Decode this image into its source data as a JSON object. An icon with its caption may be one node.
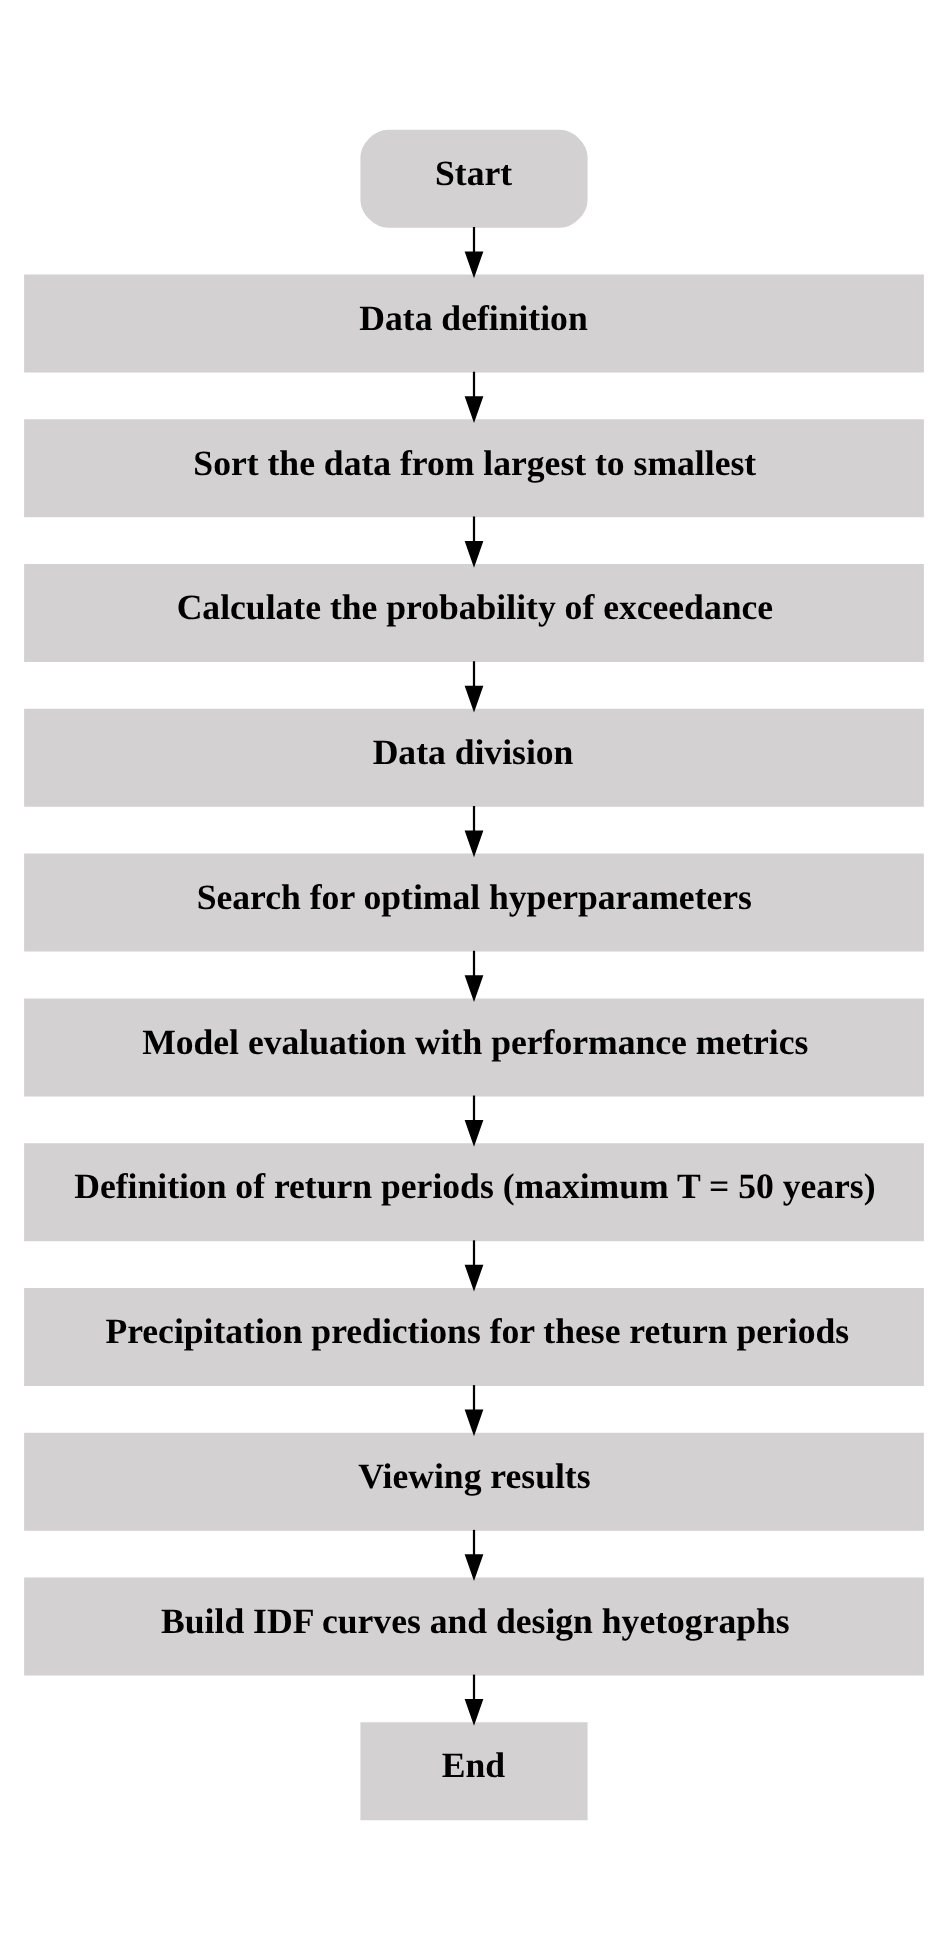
{
  "diagram": {
    "nodes": [
      {
        "text": [
          "Start"
        ]
      },
      {
        "text": [
          "Data definition"
        ]
      },
      {
        "text": [
          "Sort the data from largest to smallest"
        ]
      },
      {
        "text": [
          "Calculate the probability of exceedance"
        ]
      },
      {
        "text": [
          "Data division"
        ]
      },
      {
        "text": [
          "Search for optimal hyperparameters"
        ]
      },
      {
        "text": [
          "Model evaluation with performance metrics"
        ]
      },
      {
        "text": [
          "Definition of return periods (maximum T = 50 years)"
        ]
      },
      {
        "text": [
          "Precipitation predictions for these return periods"
        ]
      },
      {
        "text": [
          "Viewing results"
        ]
      },
      {
        "text": [
          "Build IDF curves and design hyetographs"
        ]
      },
      {
        "text": [
          "End"
        ]
      }
    ],
    "edges": [
      {
        "from": 0,
        "to": 1,
        "arrow": "to"
      },
      {
        "from": 1,
        "to": 2,
        "arrow": "to"
      },
      {
        "from": 2,
        "to": 3,
        "arrow": "to"
      },
      {
        "from": 3,
        "to": 4,
        "arrow": "to"
      },
      {
        "from": 4,
        "to": 5,
        "arrow": "to"
      },
      {
        "from": 5,
        "to": 6,
        "arrow": "to"
      },
      {
        "from": 6,
        "to": 7,
        "arrow": "to"
      },
      {
        "from": 7,
        "to": 8,
        "arrow": "to"
      },
      {
        "from": 8,
        "to": 9,
        "arrow": "to"
      },
      {
        "from": 9,
        "to": 10,
        "arrow": "to"
      },
      {
        "from": 10,
        "to": 11,
        "arrow": "to"
      }
    ]
  }
}
